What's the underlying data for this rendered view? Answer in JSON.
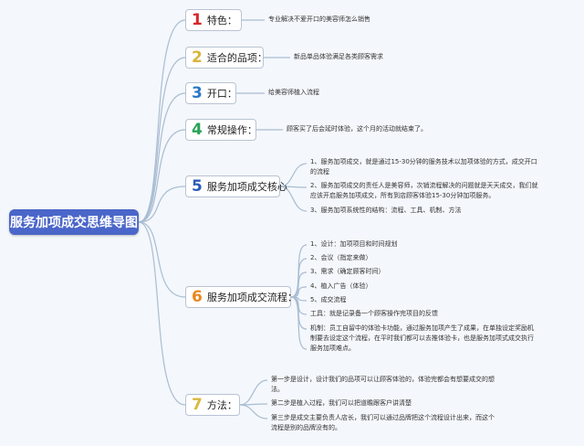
{
  "title": "服务加项成交思维导图",
  "colors": {
    "c1": "#d6262b",
    "c2": "#d9b53a",
    "c3": "#2b78c7",
    "c4": "#27a356",
    "c5": "#2a5bb8",
    "c6": "#e8871c",
    "c7": "#d8b83f",
    "line": "#a9bdd2"
  },
  "branches": [
    {
      "num": "1",
      "label": "特色：",
      "leaves": [
        "专业解决不爱开口的美容师怎么销售"
      ]
    },
    {
      "num": "2",
      "label": "适合的品项：",
      "leaves": [
        "新品单品体验满足各类顾客需求"
      ]
    },
    {
      "num": "3",
      "label": "开口：",
      "leaves": [
        "给美容师植入流程"
      ]
    },
    {
      "num": "4",
      "label": "常规操作：",
      "leaves": [
        "顾客买了后会延时体验，这个月的活动就结束了。"
      ]
    },
    {
      "num": "5",
      "label": "服务加项成交核心",
      "leaves": [
        "1、服务加项成交，就是通过15-30分钟的服务技术以加项体验的方式，成交开口",
        "的流程",
        "2、服务加项成交的责任人是美容师，次销流程解决的问题就是天天成交，我们就",
        "应该开启服务加项成交，所有到店顾客体验15-30分钟加项服务。",
        "3、服务加项系统性的结构：流程、工具、机制、方法"
      ]
    },
    {
      "num": "6",
      "label": "服务加项成交流程：",
      "leaves": [
        "1、设计：加项项目和时间规划",
        "2、会议（指定来做）",
        "3、需求（确定顾客时间）",
        "4、植入广告（体验）",
        "5、成交流程",
        "工具：就是记录备一个顾客操作完项目的反馈",
        "机制：员工自留中的体验卡功能，通过服务加项产生了成果，在单独设定奖励机",
        "制要去设定这个流程，在平时我们都可以去推体验卡，也是服务加项式成交执行",
        "服务加项难点。"
      ]
    },
    {
      "num": "7",
      "label": "方法：",
      "leaves": [
        "第一步是设计，设计我们的品项可以让顾客体验的，体验完都会有想要成交的想",
        "法。",
        "第二步是植入过程，我们可以把道瞻跟客户讲清楚",
        "第三步是成交主要负责人店长，我们可以通过品牌把这个流程设计出来，而这个",
        "流程是别的品牌没有的。"
      ]
    }
  ]
}
